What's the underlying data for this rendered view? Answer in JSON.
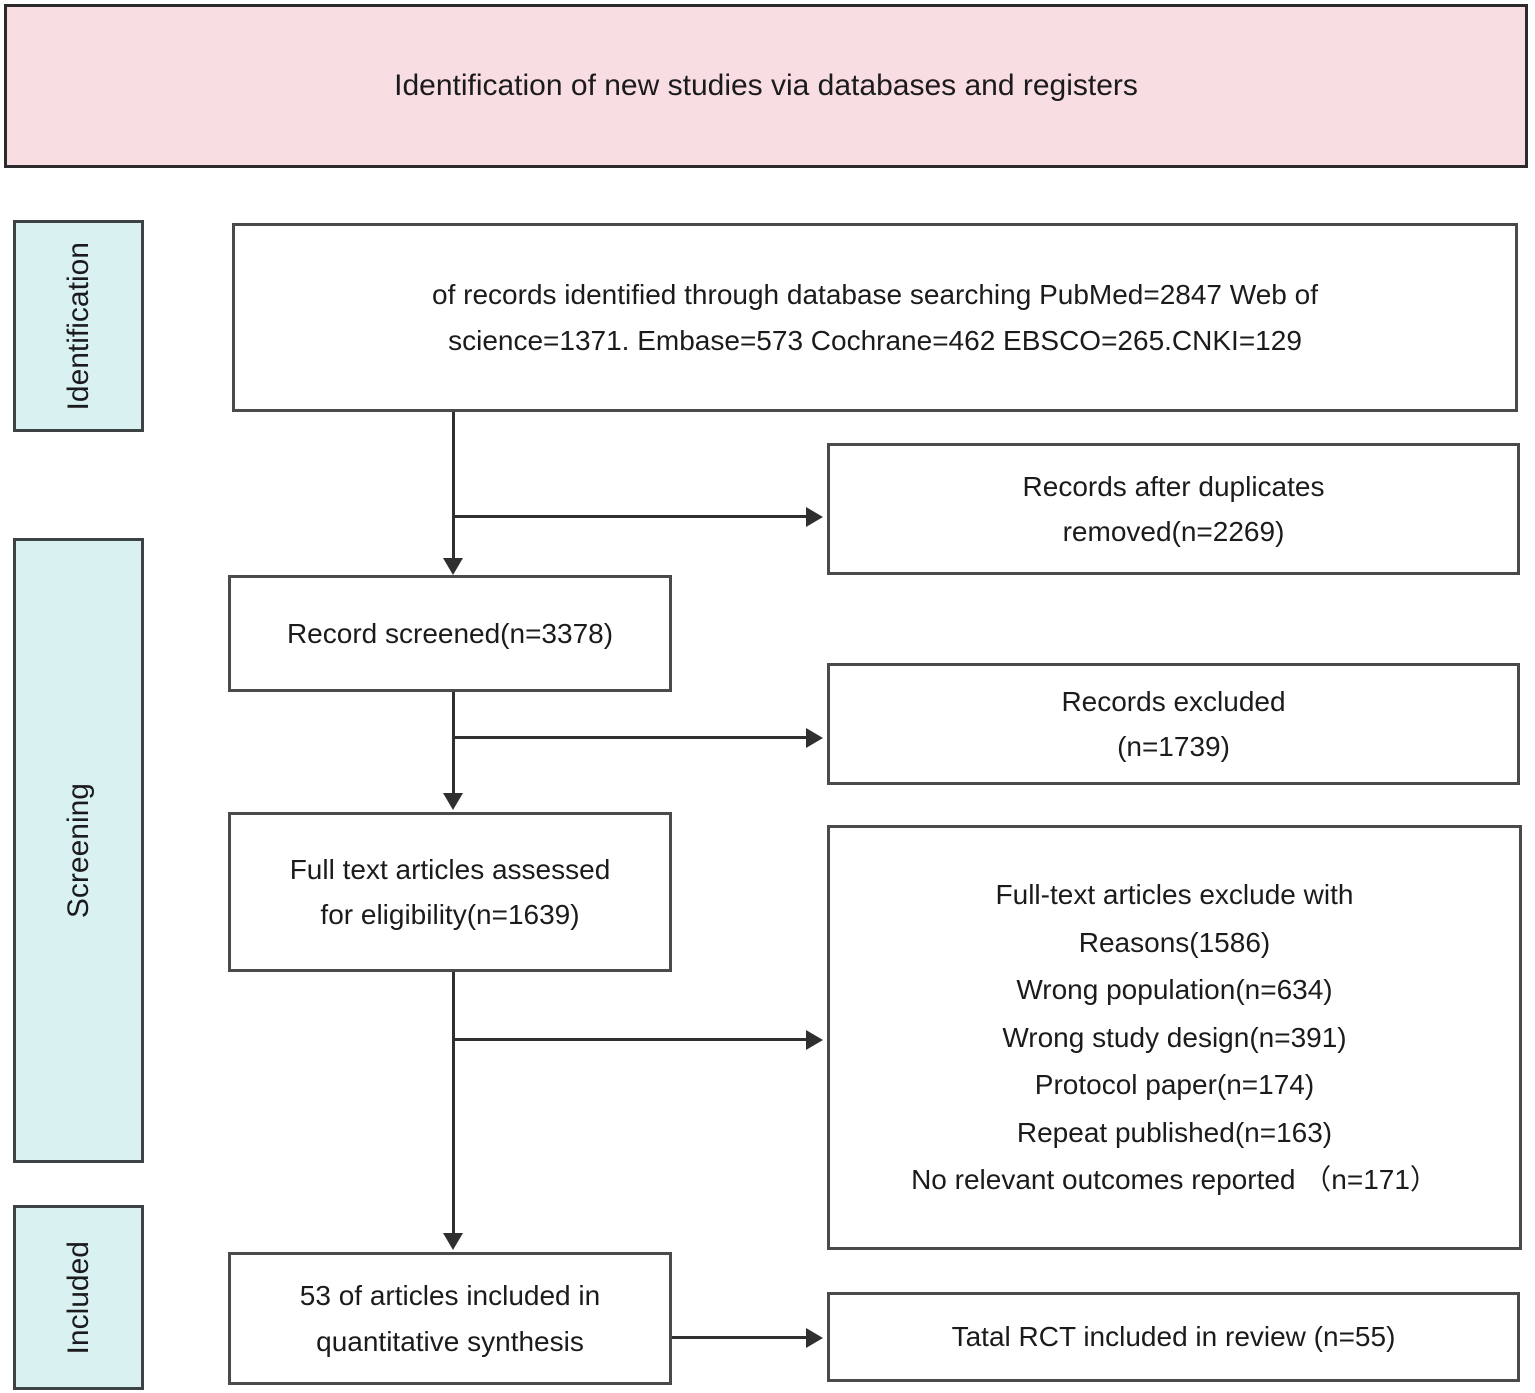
{
  "colors": {
    "header_bg": "#f8dee3",
    "stage_bg": "#d9f1f0",
    "frame_border": "#2b2a2c",
    "box_border": "#4a4a4a",
    "line": "#2f2f2f",
    "text": "#1b1b1d"
  },
  "header": {
    "title": "Identification of new studies via databases and registers"
  },
  "stages": [
    {
      "label": "Identification"
    },
    {
      "label": "Screening"
    },
    {
      "label": "Included"
    }
  ],
  "boxes": {
    "records_identified": {
      "text": "of records identified through database searching PubMed=2847 Web of\nscience=1371. Embase=573 Cochrane=462 EBSCO=265.CNKI=129"
    },
    "duplicates_removed": {
      "text": "Records after duplicates\nremoved(n=2269)"
    },
    "records_screened": {
      "text": "Record screened(n=3378)"
    },
    "records_excluded": {
      "text": "Records excluded\n(n=1739)"
    },
    "fulltext_assessed": {
      "text": "Full text articles assessed\nfor eligibility(n=1639)"
    },
    "fulltext_excluded_reasons": {
      "text": "Full-text articles exclude with\nReasons(1586)\nWrong population(n=634)\nWrong study design(n=391)\nProtocol paper(n=174)\nRepeat published(n=163)\nNo relevant outcomes reported （n=171）"
    },
    "included_quantitative": {
      "text": "53 of articles included in\nquantitative synthesis"
    },
    "total_rct": {
      "text": "Tatal RCT included in review (n=55)"
    }
  }
}
